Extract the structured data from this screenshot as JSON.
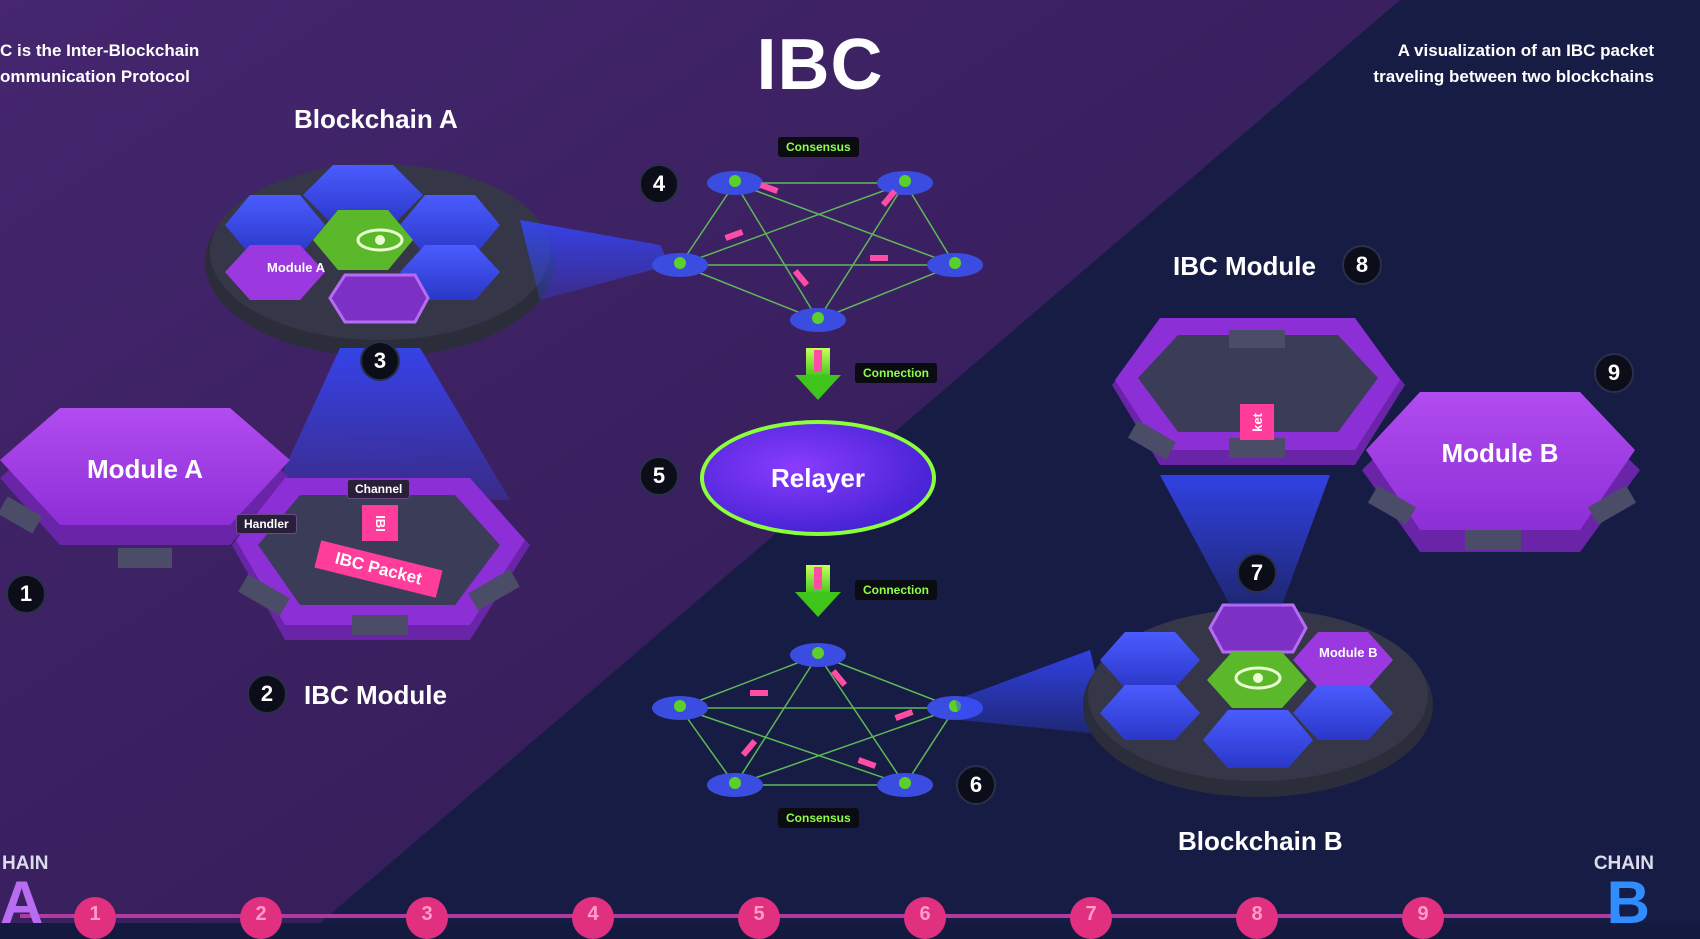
{
  "title": "IBC",
  "left_description": [
    "C is the Inter-Blockchain",
    "ommunication Protocol"
  ],
  "right_description": [
    "A visualization of an IBC packet",
    "traveling between two blockchains"
  ],
  "blockchain_a": {
    "label": "Blockchain A",
    "module_tag": "Module A",
    "number": "3"
  },
  "blockchain_b": {
    "label": "Blockchain B",
    "module_tag": "Module B",
    "number": "7"
  },
  "module_a": {
    "label": "Module A",
    "number": "1"
  },
  "module_b": {
    "label": "Module B",
    "number": "9"
  },
  "ibc_module_a": {
    "label": "IBC Module",
    "number": "2",
    "channel_tag": "Channel",
    "handler_tag": "Handler",
    "packet_label": "IBC Packet",
    "packet_fragment": "IBI"
  },
  "ibc_module_b": {
    "label": "IBC Module",
    "number": "8",
    "packet_fragment": "ket"
  },
  "consensus_top": {
    "label": "Consensus",
    "number": "4"
  },
  "consensus_bottom": {
    "label": "Consensus",
    "number": "6"
  },
  "relayer": {
    "label": "Relayer",
    "number": "5"
  },
  "connections": [
    {
      "label": "Connection"
    },
    {
      "label": "Connection"
    }
  ],
  "timeline": {
    "left_caption": "HAIN",
    "left_letter": "A",
    "right_caption": "CHAIN",
    "right_letter": "B",
    "steps": [
      "1",
      "2",
      "3",
      "4",
      "5",
      "6",
      "7",
      "8",
      "9"
    ]
  },
  "colors": {
    "accent_green": "#8aff3c",
    "packet_pink": "#ff3d9a",
    "module_purple": "#9b3ce0",
    "hex_blue": "#3a4de0"
  }
}
